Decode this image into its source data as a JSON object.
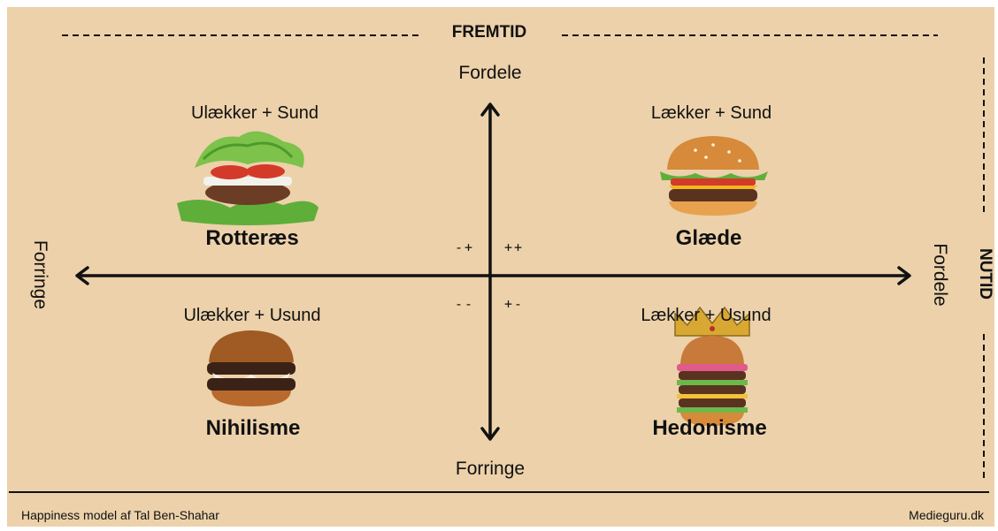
{
  "top_label": "FREMTID",
  "right_label": "NUTID",
  "axes": {
    "y_top": "Fordele",
    "y_bottom": "Forringe",
    "x_left": "Forringe",
    "x_right": "Fordele"
  },
  "quadrants": [
    {
      "subtitle": "Ulækker + Sund",
      "title": "Rotteræs",
      "sign": "-+"
    },
    {
      "subtitle": "Lækker + Sund",
      "title": "Glæde",
      "sign": "++"
    },
    {
      "subtitle": "Ulækker + Usund",
      "title": "Nihilisme",
      "sign": "--"
    },
    {
      "subtitle": "Lækker + Usund",
      "title": "Hedonisme",
      "sign": "+-"
    }
  ],
  "footer": {
    "left": "Happiness model af Tal Ben-Shahar",
    "right": "Medieguru.dk"
  },
  "colors": {
    "background": "#ecd1aa",
    "ink": "#111111"
  }
}
